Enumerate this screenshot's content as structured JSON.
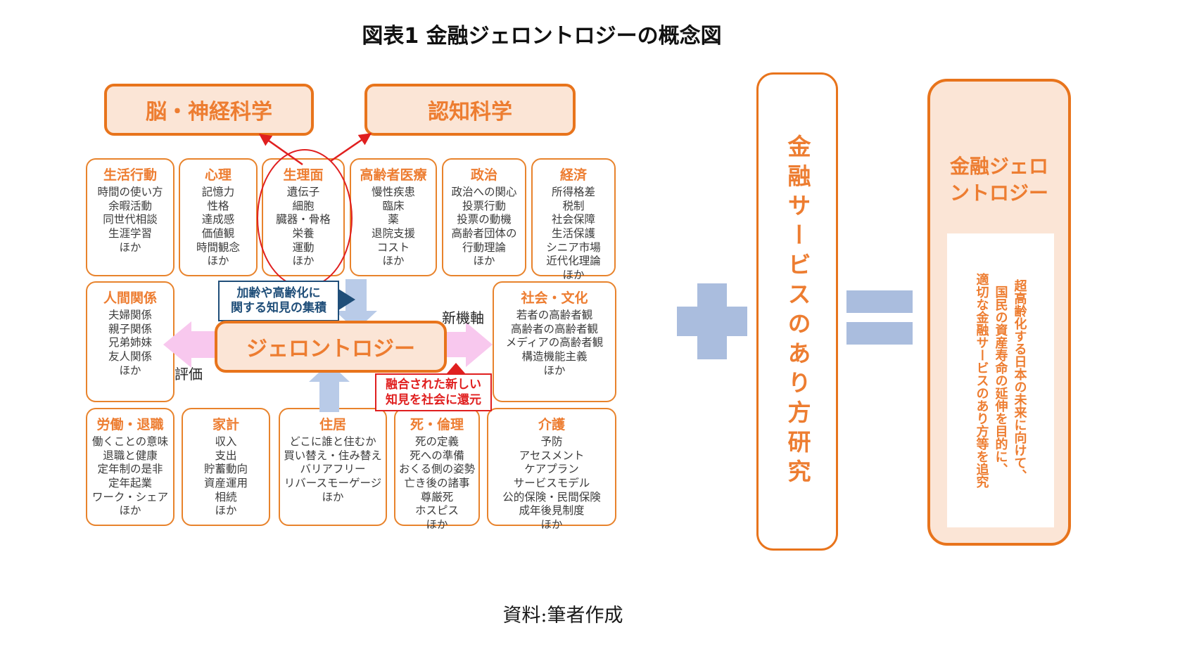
{
  "title": "図表1 金融ジェロントロジーの概念図",
  "caption": "資料:筆者作成",
  "top_boxes": [
    {
      "label": "脳・神経科学"
    },
    {
      "label": "認知科学"
    }
  ],
  "row1": [
    {
      "title": "生活行動",
      "items": [
        "時間の使い方",
        "余暇活動",
        "同世代相談",
        "生涯学習",
        "ほか"
      ]
    },
    {
      "title": "心理",
      "items": [
        "記憶力",
        "性格",
        "達成感",
        "価値観",
        "時間観念",
        "ほか"
      ]
    },
    {
      "title": "生理面",
      "items": [
        "遺伝子",
        "細胞",
        "臓器・骨格",
        "栄養",
        "運動",
        "ほか"
      ]
    },
    {
      "title": "高齢者医療",
      "items": [
        "慢性疾患",
        "臨床",
        "薬",
        "退院支援",
        "コスト",
        "ほか"
      ]
    },
    {
      "title": "政治",
      "items": [
        "政治への関心",
        "投票行動",
        "投票の動機",
        "高齢者団体の",
        "行動理論",
        "ほか"
      ]
    },
    {
      "title": "経済",
      "items": [
        "所得格差",
        "税制",
        "社会保障",
        "生活保護",
        "シニア市場",
        "近代化理論",
        "ほか"
      ]
    }
  ],
  "mid": {
    "human_box": {
      "title": "人間関係",
      "items": [
        "夫婦関係",
        "親子関係",
        "兄弟姉妹",
        "友人関係",
        "ほか"
      ]
    },
    "knowledge_box_lines": [
      "加齢や高齢化に",
      "関する知見の集積"
    ],
    "center_box_label": "ジェロントロジー",
    "society_box": {
      "title": "社会・文化",
      "items": [
        "若者の高齢者観",
        "高齢者の高齢者観",
        "メディアの高齢者観",
        "構造機能主義",
        "ほか"
      ]
    },
    "eval_label": "評価",
    "new_axis_label": "新機軸",
    "feedback_box_lines": [
      "融合された新しい",
      "知見を社会に還元"
    ]
  },
  "row3": [
    {
      "title": "労働・退職",
      "items": [
        "働くことの意味",
        "退職と健康",
        "定年制の是非",
        "定年起業",
        "ワーク・シェア",
        "ほか"
      ]
    },
    {
      "title": "家計",
      "items": [
        "収入",
        "支出",
        "貯蓄動向",
        "資産運用",
        "相続",
        "ほか"
      ]
    },
    {
      "title": "住居",
      "items": [
        "どこに誰と住むか",
        "買い替え・住み替え",
        "バリアフリー",
        "リバースモーゲージ",
        "ほか"
      ]
    },
    {
      "title": "死・倫理",
      "items": [
        "死の定義",
        "死への準備",
        "おくる側の姿勢",
        "亡き後の諸事",
        "尊厳死",
        "ホスピス",
        "ほか"
      ]
    },
    {
      "title": "介護",
      "items": [
        "予防",
        "アセスメント",
        "ケアプラン",
        "サービスモデル",
        "公的保険・民間保険",
        "成年後見制度",
        "ほか"
      ]
    }
  ],
  "right_panel": {
    "research_box_label": "金融サービスのあり方研究",
    "result_box": {
      "title_lines": [
        "金融ジェロ",
        "ントロジー"
      ],
      "body_columns": [
        "超高齢化する日本の未来に向けて、",
        "国民の資産寿命の延伸を目的に、",
        "適切な金融サービスのあり方等を追究"
      ]
    }
  },
  "colors": {
    "orange_border": "#e8741c",
    "orange_text": "#ed7d31",
    "peach_fill": "#fbe5d6",
    "navy": "#1f4e79",
    "light_blue_arrow": "#b9cbe8",
    "plus_equals_blue": "#aabdde",
    "pink_arrow": "#f8c8ee",
    "red": "#e01f1f",
    "body_text": "#3b3b3b"
  }
}
